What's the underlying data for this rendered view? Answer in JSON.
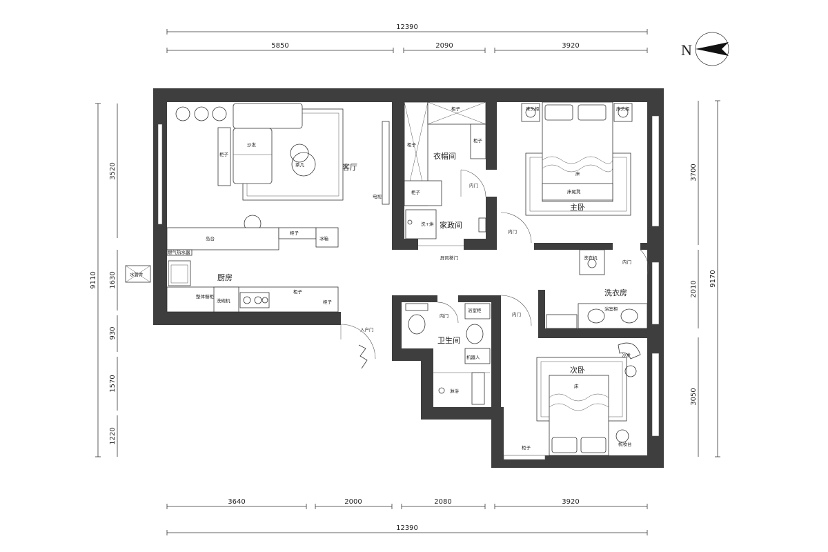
{
  "dimensions": {
    "top_total": "12390",
    "top_segments": [
      "5850",
      "2090",
      "3920"
    ],
    "bottom_total": "12390",
    "bottom_segments": [
      "3640",
      "2000",
      "2080",
      "3920"
    ],
    "left_total": "9110",
    "left_segments": [
      "3520",
      "1630",
      "930",
      "1570",
      "1220"
    ],
    "right_total": "9170",
    "right_segments": [
      "3700",
      "2010",
      "3050"
    ]
  },
  "compass": {
    "label": "N"
  },
  "rooms": {
    "living": "客厅",
    "cloakroom": "衣帽间",
    "master_bedroom": "主卧",
    "utility": "家政间",
    "kitchen": "厨房",
    "laundry": "洗衣房",
    "bathroom": "卫生间",
    "second_bedroom": "次卧"
  },
  "labels": {
    "sofa": "沙发",
    "coffee_table": "茶几",
    "cabinet": "柜子",
    "tv": "电视",
    "island": "岛台",
    "fridge": "冰箱",
    "gas_heater": "燃气热水器",
    "integrated_cabinet": "整体橱柜",
    "dishwasher": "洗碗机",
    "washer_dryer": "洗+烘",
    "screen_door": "屏风移门",
    "inner_door": "内门",
    "entrance_door": "入户门",
    "bed": "床",
    "bedside_table": "床头柜",
    "bench": "床尾凳",
    "washing_machine": "洗衣机",
    "vanity": "浴室柜",
    "shower": "淋浴",
    "machine_room": "机器人",
    "dressing_table": "梳妆台",
    "sofa2": "沙发",
    "shaft": "水管井"
  }
}
